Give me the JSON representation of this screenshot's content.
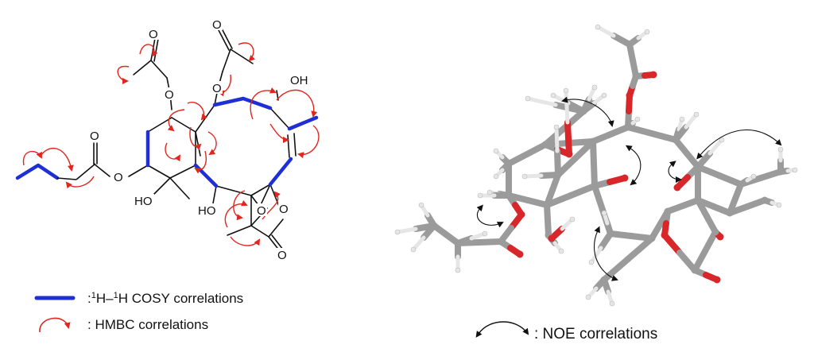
{
  "structure_2d": {
    "atoms": {
      "oh_top": "OH",
      "ho_left": "HO",
      "ho_mid": "HO",
      "o_acetyl1_carbonyl": "O",
      "o_acetyl1_ester": "O",
      "o_acetyl2_carbonyl": "O",
      "o_acetyl2_ester": "O",
      "o_butyrate_carbonyl": "O",
      "o_butyrate_ester": "O",
      "o_epoxide": "O",
      "o_lactone_ring": "O",
      "o_lactone_carbonyl": "O"
    }
  },
  "legend": {
    "cosy_prefix": ":",
    "cosy_sup1": "1",
    "cosy_mid": "H–",
    "cosy_sup2": "1",
    "cosy_suffix": "H COSY correlations",
    "hmbc_label": ": HMBC correlations",
    "noe_label": ":  NOE correlations"
  },
  "colors": {
    "cosy_bond": "#1f2fd6",
    "hmbc_arrow": "#e0261f",
    "bond": "#111111",
    "model_carbon": "#9b9b9b",
    "model_oxygen": "#d8262a",
    "model_hydrogen": "#e6e6e6",
    "noe_arrow": "#111111"
  }
}
